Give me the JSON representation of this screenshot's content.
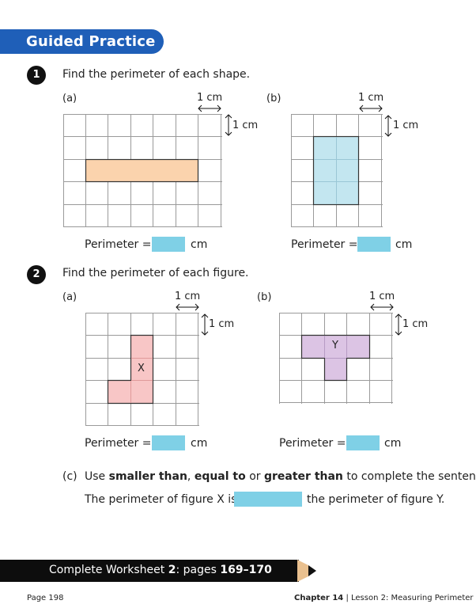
{
  "header": {
    "title": "Guided Practice"
  },
  "q1": {
    "number": "1",
    "prompt": "Find the perimeter of each shape.",
    "a": {
      "label": "(a)",
      "unit_h": "1 cm",
      "unit_v": "1 cm",
      "perimeter_label": "Perimeter =",
      "unit": "cm"
    },
    "b": {
      "label": "(b)",
      "unit_h": "1 cm",
      "unit_v": "1 cm",
      "perimeter_label": "Perimeter =",
      "unit": "cm"
    }
  },
  "q2": {
    "number": "2",
    "prompt": "Find the perimeter of each figure.",
    "a": {
      "label": "(a)",
      "unit_h": "1 cm",
      "unit_v": "1 cm",
      "figure_label": "X",
      "perimeter_label": "Perimeter =",
      "unit": "cm"
    },
    "b": {
      "label": "(b)",
      "unit_h": "1 cm",
      "unit_v": "1 cm",
      "figure_label": "Y",
      "perimeter_label": "Perimeter =",
      "unit": "cm"
    },
    "c": {
      "label": "(c)",
      "instruction_pre": "Use ",
      "opt1": "smaller than",
      "sep1": ", ",
      "opt2": "equal to",
      "sep2": " or ",
      "opt3": "greater than",
      "instruction_post": " to complete the sentence.",
      "sentence_pre": "The perimeter of figure X is",
      "sentence_post": "the perimeter of figure Y."
    }
  },
  "footer": {
    "pre": "Complete Worksheet ",
    "worksheet": "2",
    "mid": ": pages ",
    "pages": "169–170",
    "page_number": "Page 198",
    "chapter": "Chapter 14",
    "divider": " | ",
    "lesson": "Lesson 2: Measuring Perimeter"
  },
  "colors": {
    "banner": "#1f5fb8",
    "shape_a": "#fbd3ad",
    "shape_b": "#c3e6f0",
    "figure_x": "#f8c6c6",
    "figure_y": "#dcc4e4",
    "answer_box": "#7fd0e6"
  }
}
